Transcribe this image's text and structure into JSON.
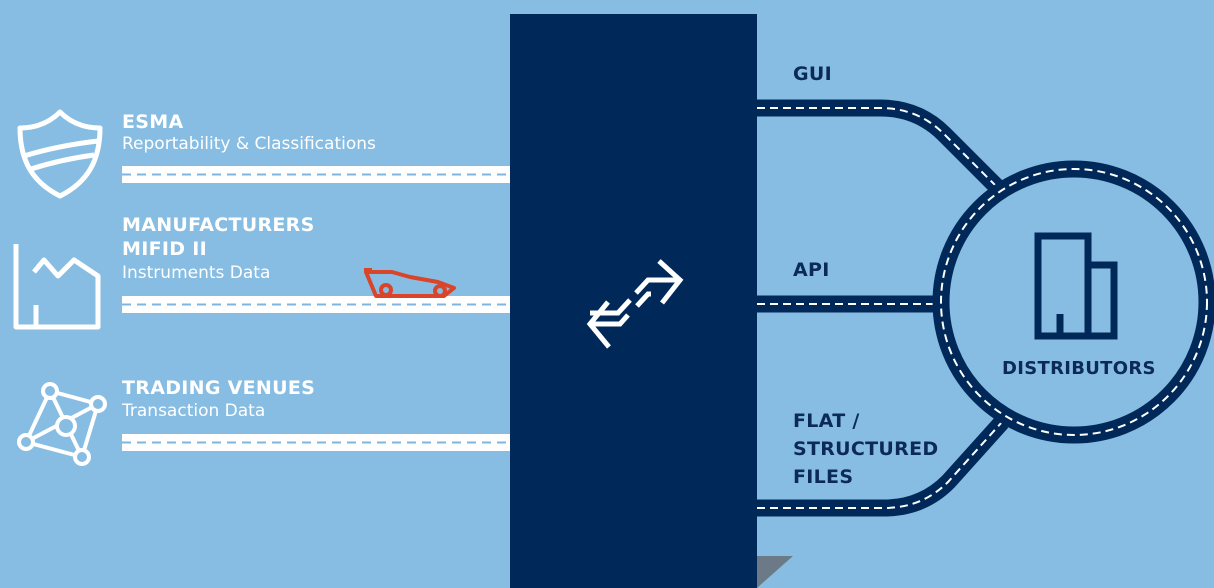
{
  "colors": {
    "background": "#87bde3",
    "navy": "#00295a",
    "white": "#ffffff",
    "accent_red": "#d8452a",
    "dash_blue": "#7fb6df",
    "shadow_gray": "#6b7a86"
  },
  "sources": [
    {
      "title": "ESMA",
      "subtitle": "Reportability & Classifications",
      "icon": "shield-icon"
    },
    {
      "title": "MANUFACTURERS\nMIFID II",
      "subtitle": "Instruments Data",
      "icon": "factory-icon"
    },
    {
      "title": "TRADING VENUES",
      "subtitle": "Transaction Data",
      "icon": "network-icon"
    }
  ],
  "hub": {
    "icon": "exchange-arrows-icon"
  },
  "channels": [
    {
      "label": "GUI"
    },
    {
      "label": "API"
    },
    {
      "label": "FLAT /\nSTRUCTURED\nFILES"
    }
  ],
  "destination": {
    "label": "DISTRIBUTORS",
    "icon": "building-icon"
  },
  "decoration": {
    "icon": "race-car-icon"
  }
}
